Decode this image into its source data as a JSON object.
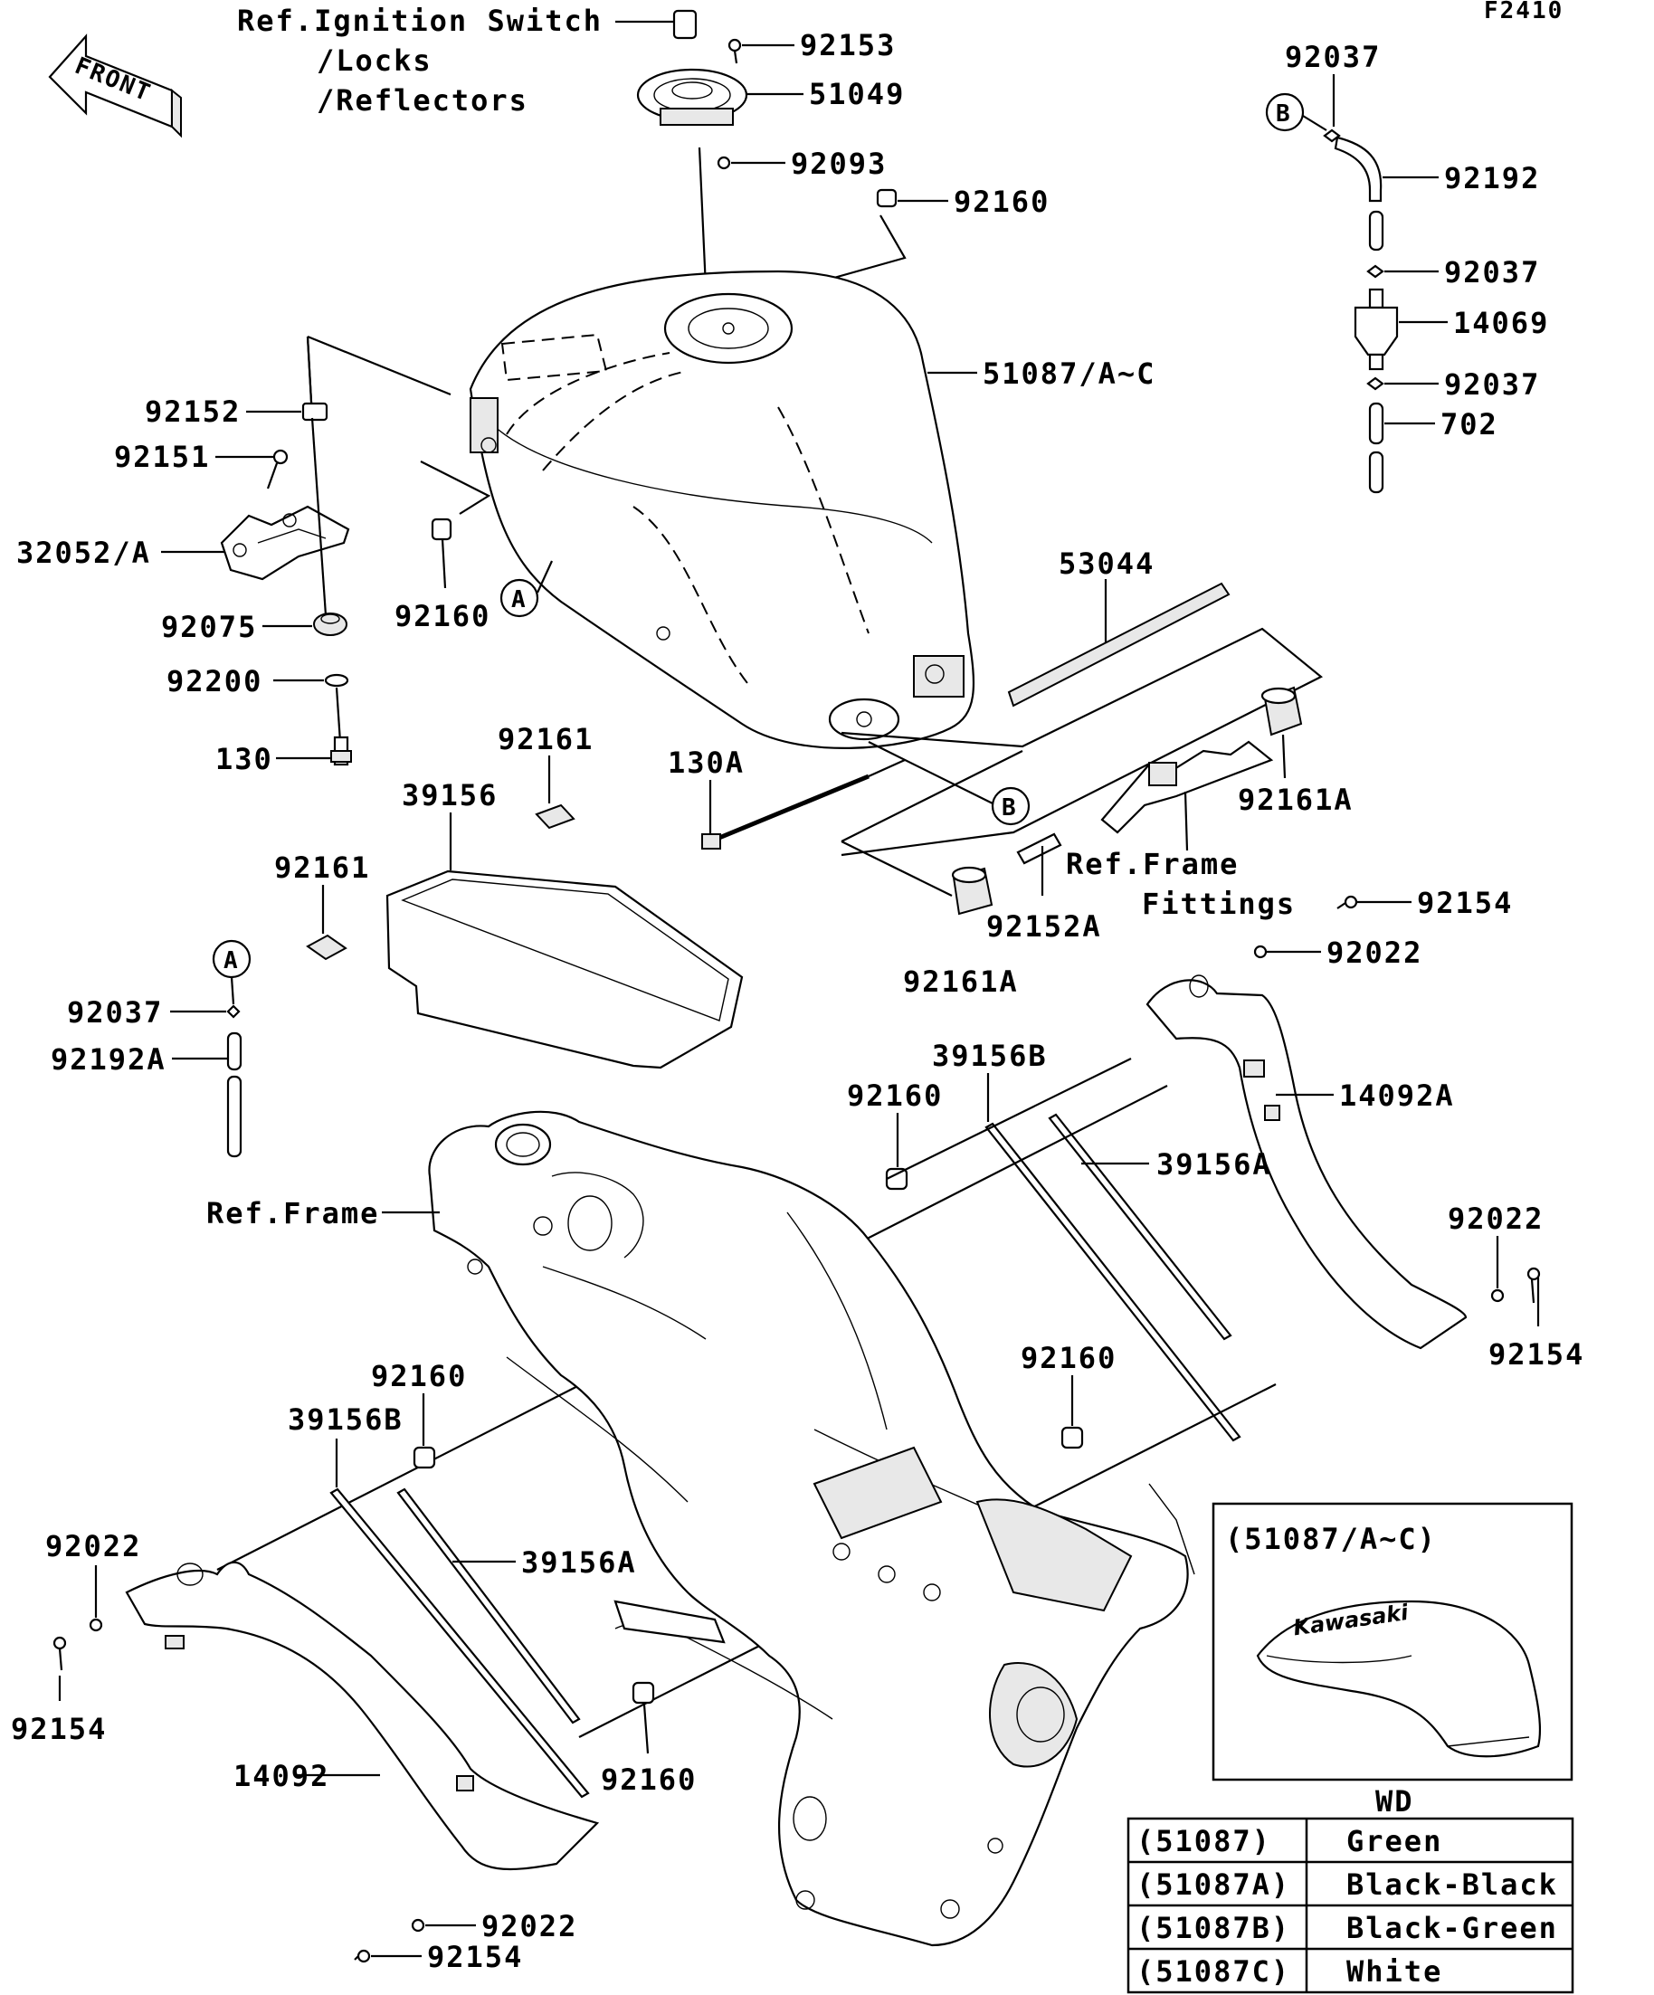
{
  "page_code": "F2410",
  "front_label": "FRONT",
  "ref_notes": {
    "ignition_line1": "Ref.Ignition Switch",
    "ignition_line2": "/Locks",
    "ignition_line3": "/Reflectors",
    "frame": "Ref.Frame",
    "fittings_line1": "Ref.Frame",
    "fittings_line2": "Fittings"
  },
  "circle_markers": [
    "A",
    "B"
  ],
  "part_labels": {
    "p92153": "92153",
    "p51049": "51049",
    "p92093": "92093",
    "p92160_top": "92160",
    "p51087": "51087/A~C",
    "p92152": "92152",
    "p92151": "92151",
    "p32052": "32052/A",
    "p92160_left": "92160",
    "p92075": "92075",
    "p92200": "92200",
    "p130": "130",
    "p92161_a": "92161",
    "p39156": "39156",
    "p92161_b": "92161",
    "p130A": "130A",
    "p92037_a": "92037",
    "p92192A": "92192A",
    "p92037_top": "92037",
    "p92192": "92192",
    "p92037_mid": "92037",
    "p14069": "14069",
    "p92037_low": "92037",
    "p702": "702",
    "p53044": "53044",
    "p92161A_r": "92161A",
    "p92161A_c": "92161A",
    "p92152A": "92152A",
    "p92154_r": "92154",
    "p92022_r": "92022",
    "p14092A": "14092A",
    "p39156B_r": "39156B",
    "p92160_c": "92160",
    "p39156A_r": "39156A",
    "p92022_r2": "92022",
    "p92154_r2": "92154",
    "p92160_c2": "92160",
    "p92160_l": "92160",
    "p39156B_l": "39156B",
    "p39156A_l": "39156A",
    "p92022_l": "92022",
    "p92154_l": "92154",
    "p14092": "14092",
    "p92160_b": "92160",
    "p92022_b": "92022",
    "p92154_b": "92154"
  },
  "inset": {
    "title": "(51087/A~C)",
    "logo": "Kawasaki",
    "caption": "WD"
  },
  "color_table": {
    "rows": [
      {
        "code": "(51087)",
        "color": "Green"
      },
      {
        "code": "(51087A)",
        "color": "Black-Black"
      },
      {
        "code": "(51087B)",
        "color": "Black-Green"
      },
      {
        "code": "(51087C)",
        "color": "White"
      }
    ]
  }
}
